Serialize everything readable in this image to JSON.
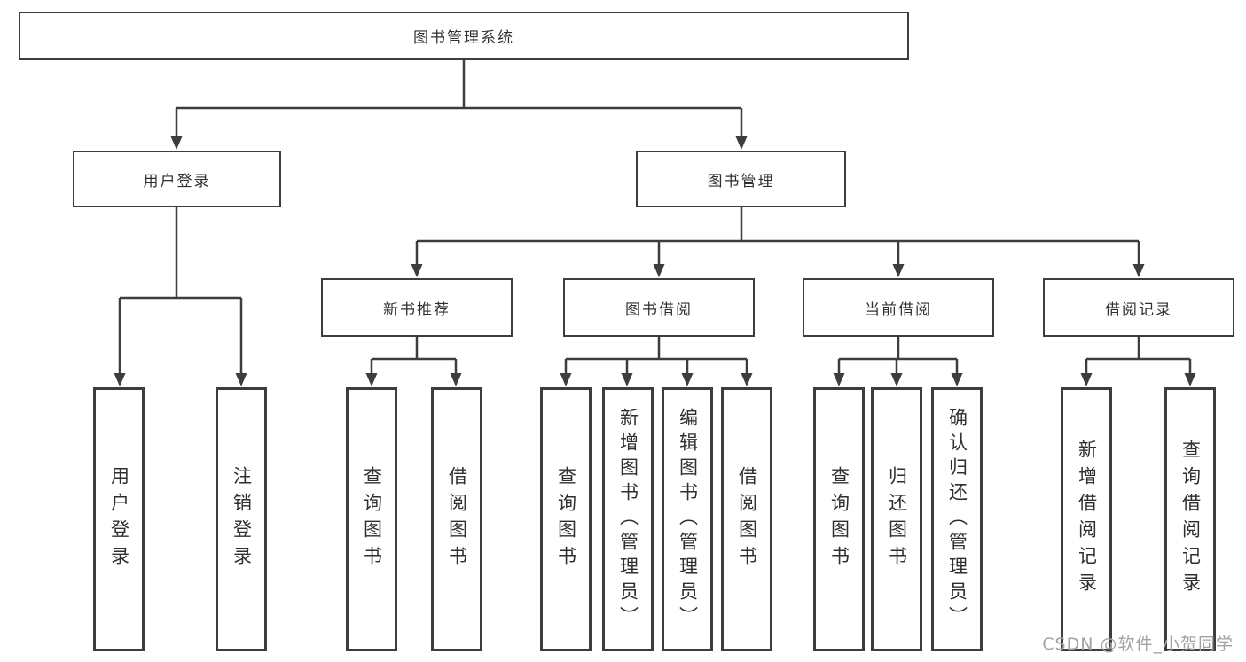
{
  "diagram_title": "图书管理系统",
  "tree": {
    "root": {
      "label": "图书管理系统",
      "children": [
        {
          "label": "用户登录",
          "children": [
            {
              "label": "用户登录"
            },
            {
              "label": "注销登录"
            }
          ]
        },
        {
          "label": "图书管理",
          "children": [
            {
              "label": "新书推荐",
              "children": [
                {
                  "label": "查询图书"
                },
                {
                  "label": "借阅图书"
                }
              ]
            },
            {
              "label": "图书借阅",
              "children": [
                {
                  "label": "查询图书"
                },
                {
                  "label": "新增图书（管理员）"
                },
                {
                  "label": "编辑图书（管理员）"
                },
                {
                  "label": "借阅图书"
                }
              ]
            },
            {
              "label": "当前借阅",
              "children": [
                {
                  "label": "查询图书"
                },
                {
                  "label": "归还图书"
                },
                {
                  "label": "确认归还（管理员）"
                }
              ]
            },
            {
              "label": "借阅记录",
              "children": [
                {
                  "label": "新增借阅记录"
                },
                {
                  "label": "查询借阅记录"
                }
              ]
            }
          ]
        }
      ]
    }
  },
  "watermark": {
    "text": "CSDN @软件_小贺同学"
  },
  "colors": {
    "background": "#ffffff",
    "line": "#3d3d3d",
    "box_border": "#3d3d3d",
    "text": "#2f2f2f",
    "watermark": "#a3a3a3"
  }
}
